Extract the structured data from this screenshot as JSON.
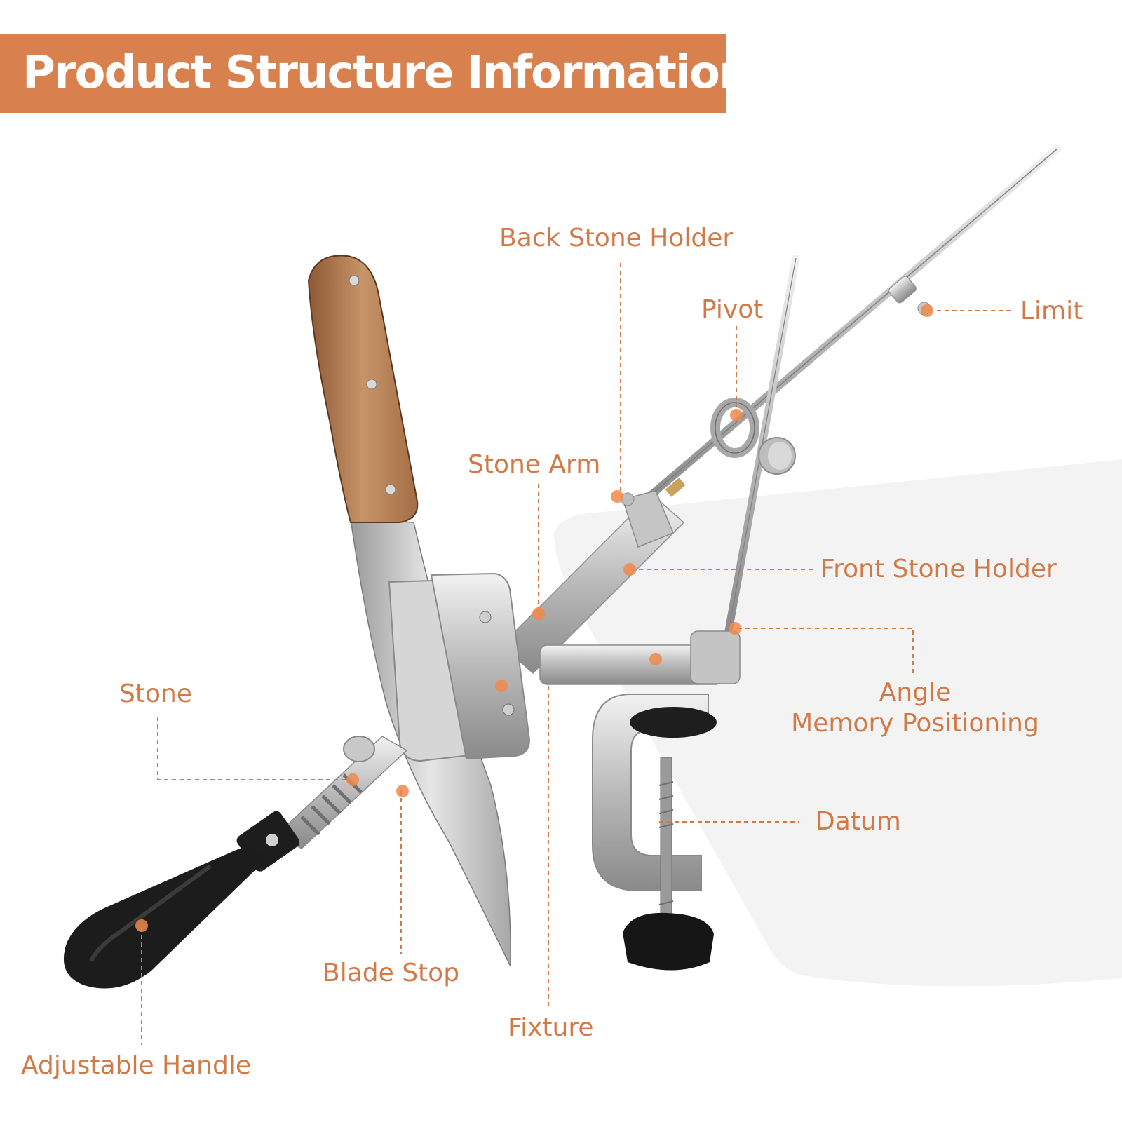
{
  "header": {
    "title": "Product Structure Information"
  },
  "colors": {
    "banner": "#d9804f",
    "accent": "#d17a47",
    "dot": "#f08a4b"
  },
  "labels": {
    "back_stone_holder": "Back Stone Holder",
    "pivot": "Pivot",
    "limit": "Limit",
    "stone_arm": "Stone Arm",
    "front_stone_holder": "Front Stone Holder",
    "angle_line1": "Angle",
    "angle_line2": "Memory Positioning",
    "stone": "Stone",
    "datum": "Datum",
    "blade_stop": "Blade Stop",
    "fixture": "Fixture",
    "adjustable_handle": "Adjustable Handle"
  },
  "icons": [
    "callout-dot",
    "leader-line"
  ]
}
